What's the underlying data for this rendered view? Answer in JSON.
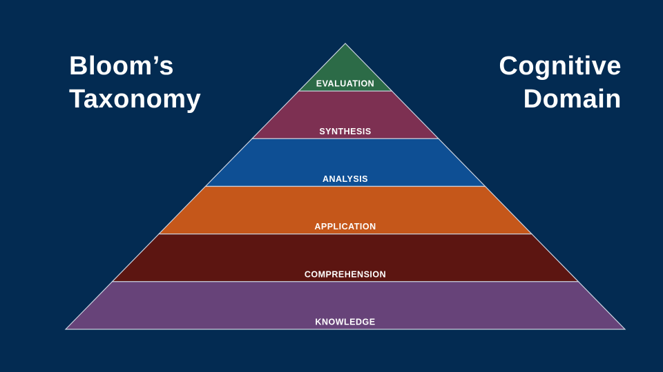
{
  "slide": {
    "background_color": "#032b52",
    "text_color": "#ffffff",
    "title_left": {
      "line1": "Bloom’s",
      "line2": "Taxonomy"
    },
    "title_right": {
      "line1": "Cognitive",
      "line2": "Domain"
    }
  },
  "pyramid": {
    "border_color": "#ccd3e0",
    "label_color": "#ffffff",
    "levels": [
      {
        "label": "EVALUATION",
        "color": "#2c6b47"
      },
      {
        "label": "SYNTHESIS",
        "color": "#7d3052"
      },
      {
        "label": "ANALYSIS",
        "color": "#0e4f94"
      },
      {
        "label": "APPLICATION",
        "color": "#c5571a"
      },
      {
        "label": "COMPREHENSION",
        "color": "#5c1511"
      },
      {
        "label": "KNOWLEDGE",
        "color": "#674379"
      }
    ]
  }
}
